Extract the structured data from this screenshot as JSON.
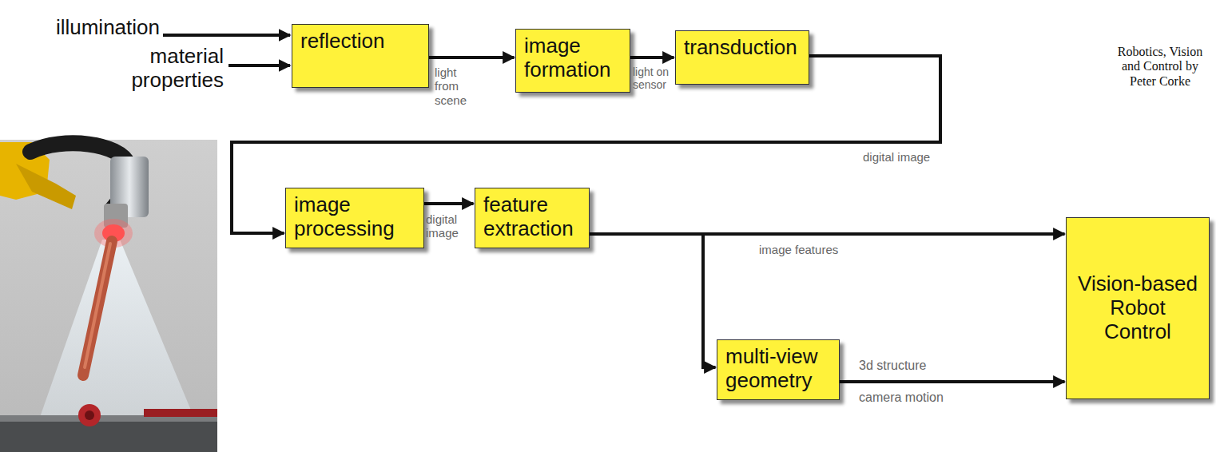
{
  "diagram": {
    "nodes": [
      {
        "text": [
          "reflection"
        ]
      },
      {
        "text": [
          "image formation"
        ]
      },
      {
        "text": [
          "transduction"
        ]
      },
      {
        "text": [
          "image processing"
        ]
      },
      {
        "text": [
          "feature extraction"
        ]
      },
      {
        "text": [
          "multi-view geometry"
        ]
      },
      {
        "text": [
          "Vision-based Robot Control"
        ]
      }
    ],
    "edges": [
      {
        "from": 0,
        "to": 1,
        "label": "light from scene",
        "arrow": "to"
      },
      {
        "from": 1,
        "to": 2,
        "label": "light on sensor",
        "arrow": "to"
      },
      {
        "from": 2,
        "to": 3,
        "label": "digital image",
        "arrow": "to"
      },
      {
        "from": 3,
        "to": 4,
        "label": "digital image",
        "arrow": "to"
      },
      {
        "from": 4,
        "to": 6,
        "label": "image features",
        "arrow": "to"
      },
      {
        "from": 4,
        "to": 5,
        "arrow": "to"
      },
      {
        "from": 5,
        "to": 6,
        "label": "3d structure camera motion",
        "arrow": "to"
      }
    ],
    "labels": [
      "illumination",
      "material properties",
      "Robotics, Vision and Control by Peter Corke"
    ]
  }
}
